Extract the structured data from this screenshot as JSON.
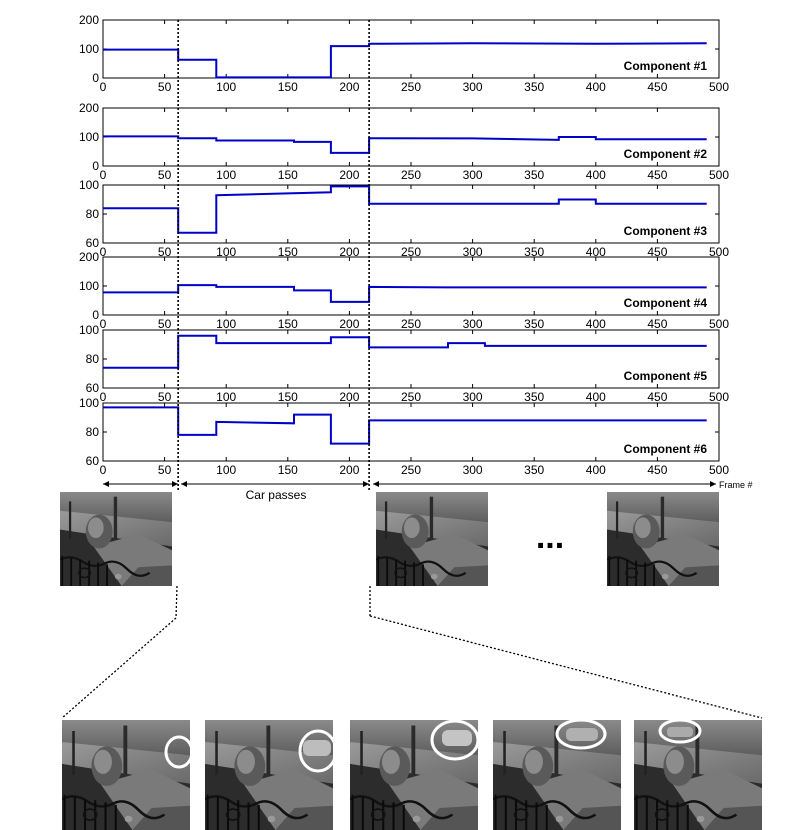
{
  "chart_data": {
    "type": "line",
    "x_ticks": [
      0,
      50,
      100,
      150,
      200,
      250,
      300,
      350,
      400,
      450,
      500
    ],
    "xlim": [
      0,
      500
    ],
    "x_axis_label": "Frame #",
    "grid": false,
    "series_color": "#0000c8",
    "markers": [
      61,
      216
    ],
    "span_labels": [
      "",
      "Car passes",
      ""
    ],
    "series": [
      {
        "name": "Component #1",
        "ylim": [
          0,
          200
        ],
        "y_ticks": [
          0,
          100,
          200
        ],
        "points": [
          [
            0,
            98
          ],
          [
            61,
            98
          ],
          [
            61,
            63
          ],
          [
            92,
            63
          ],
          [
            92,
            2
          ],
          [
            185,
            2
          ],
          [
            185,
            110
          ],
          [
            216,
            110
          ],
          [
            216,
            118
          ],
          [
            300,
            120
          ],
          [
            400,
            118
          ],
          [
            490,
            120
          ]
        ]
      },
      {
        "name": "Component #2",
        "ylim": [
          0,
          200
        ],
        "y_ticks": [
          0,
          100,
          200
        ],
        "points": [
          [
            0,
            102
          ],
          [
            61,
            102
          ],
          [
            61,
            96
          ],
          [
            92,
            96
          ],
          [
            92,
            88
          ],
          [
            155,
            88
          ],
          [
            155,
            83
          ],
          [
            185,
            83
          ],
          [
            185,
            45
          ],
          [
            216,
            45
          ],
          [
            216,
            96
          ],
          [
            300,
            95
          ],
          [
            370,
            90
          ],
          [
            370,
            100
          ],
          [
            400,
            100
          ],
          [
            400,
            92
          ],
          [
            490,
            92
          ]
        ]
      },
      {
        "name": "Component #3",
        "ylim": [
          60,
          100
        ],
        "y_ticks": [
          60,
          80,
          100
        ],
        "points": [
          [
            0,
            84
          ],
          [
            61,
            84
          ],
          [
            61,
            67
          ],
          [
            92,
            67
          ],
          [
            92,
            93
          ],
          [
            185,
            95
          ],
          [
            185,
            99
          ],
          [
            216,
            99
          ],
          [
            216,
            87
          ],
          [
            370,
            87
          ],
          [
            370,
            90
          ],
          [
            400,
            90
          ],
          [
            400,
            87
          ],
          [
            490,
            87
          ]
        ]
      },
      {
        "name": "Component #4",
        "ylim": [
          0,
          200
        ],
        "y_ticks": [
          0,
          100,
          200
        ],
        "points": [
          [
            0,
            78
          ],
          [
            61,
            78
          ],
          [
            61,
            103
          ],
          [
            92,
            103
          ],
          [
            92,
            97
          ],
          [
            155,
            97
          ],
          [
            155,
            85
          ],
          [
            185,
            85
          ],
          [
            185,
            45
          ],
          [
            216,
            45
          ],
          [
            216,
            97
          ],
          [
            280,
            95
          ],
          [
            490,
            95
          ]
        ]
      },
      {
        "name": "Component #5",
        "ylim": [
          60,
          100
        ],
        "y_ticks": [
          60,
          80,
          100
        ],
        "points": [
          [
            0,
            74
          ],
          [
            61,
            74
          ],
          [
            61,
            96
          ],
          [
            92,
            96
          ],
          [
            92,
            91
          ],
          [
            185,
            91
          ],
          [
            185,
            95
          ],
          [
            216,
            95
          ],
          [
            216,
            88
          ],
          [
            280,
            88
          ],
          [
            280,
            91
          ],
          [
            310,
            91
          ],
          [
            310,
            89
          ],
          [
            490,
            89
          ]
        ]
      },
      {
        "name": "Component #6",
        "ylim": [
          60,
          100
        ],
        "y_ticks": [
          60,
          80,
          100
        ],
        "points": [
          [
            0,
            97
          ],
          [
            61,
            97
          ],
          [
            61,
            78
          ],
          [
            92,
            78
          ],
          [
            92,
            87
          ],
          [
            155,
            86
          ],
          [
            155,
            92
          ],
          [
            185,
            92
          ],
          [
            185,
            72
          ],
          [
            216,
            72
          ],
          [
            216,
            88
          ],
          [
            490,
            88
          ]
        ]
      }
    ]
  },
  "ellipsis": "..."
}
